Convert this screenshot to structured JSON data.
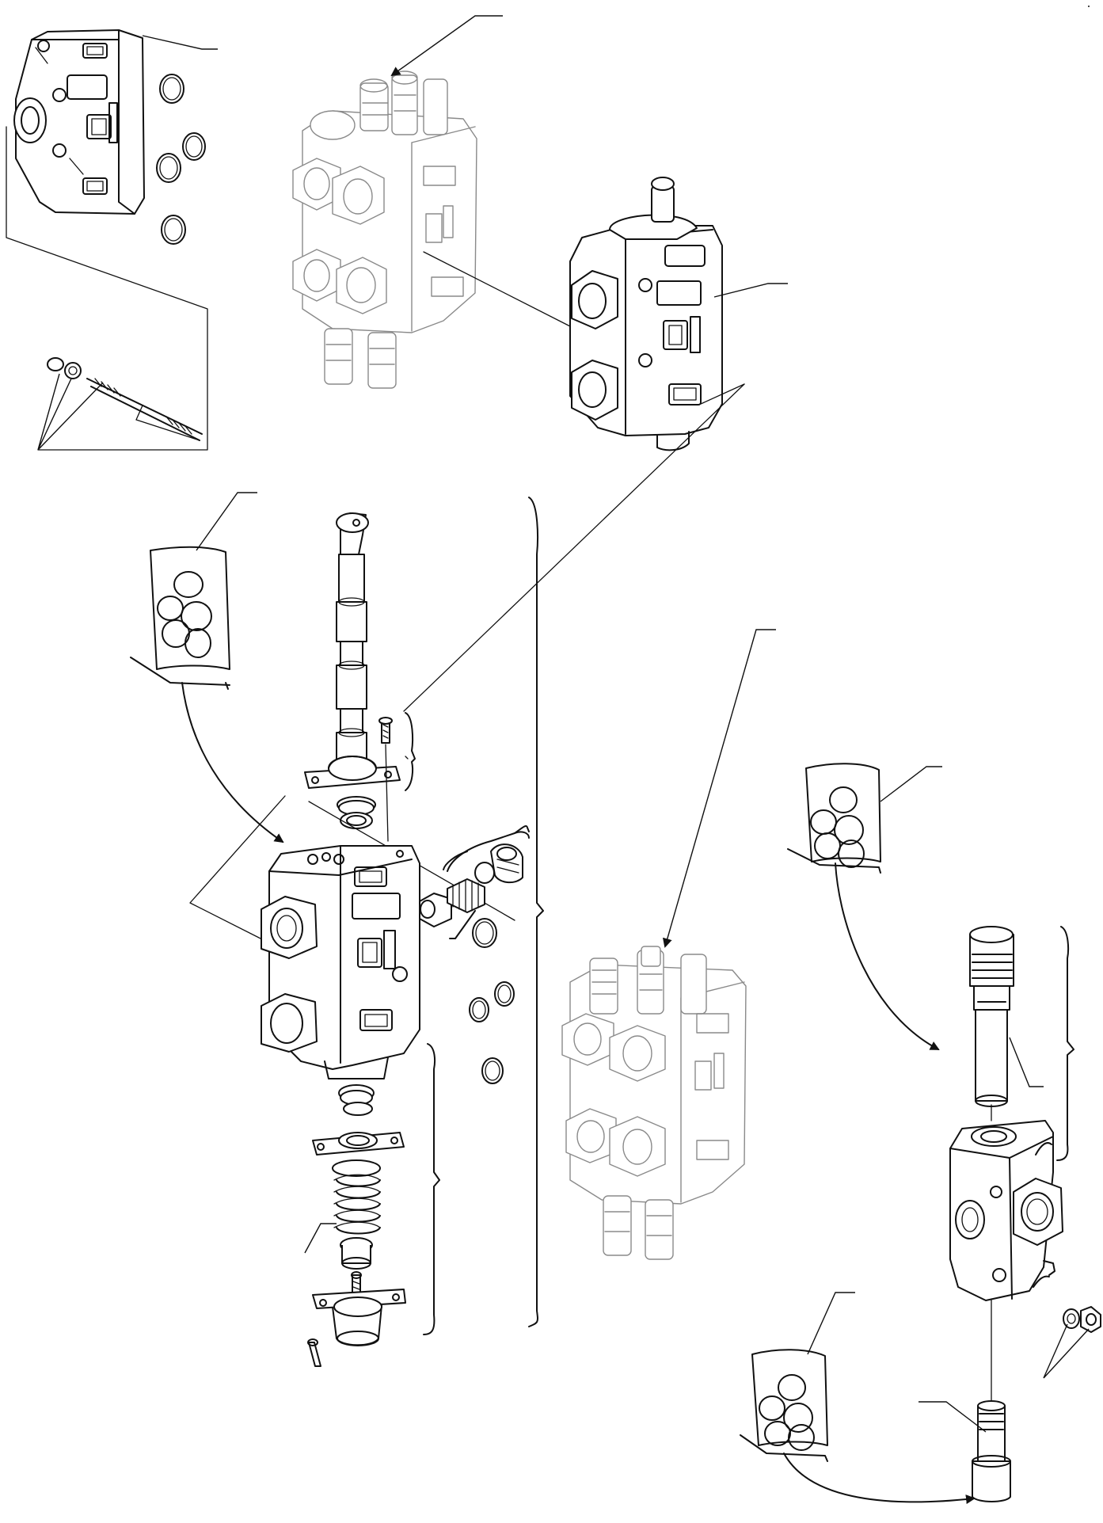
{
  "diagram": {
    "type": "exploded-parts-view",
    "colors": {
      "line": "#111111",
      "faint_line": "#8a8a8a",
      "background": "#ffffff"
    },
    "parts": [
      "end-cover-inlet",
      "o-ring",
      "tie-rod-kit",
      "valve-assembly-reference",
      "valve-section-upper",
      "seal-kit",
      "control-spool",
      "spool-seal",
      "valve-body",
      "check-valve",
      "centering-spring",
      "spring-cap",
      "valve-assembly-lower-reference",
      "relief-valve-cartridge",
      "outlet-end-cover",
      "nut-washer",
      "plug"
    ]
  }
}
